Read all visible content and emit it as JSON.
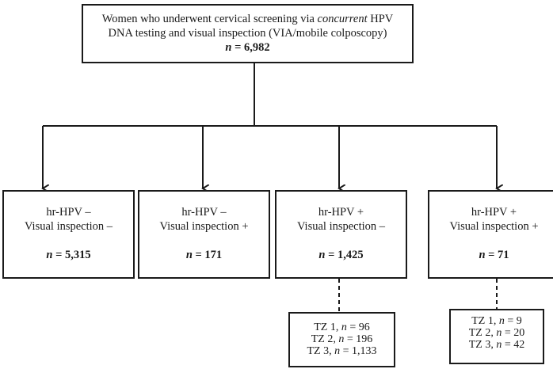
{
  "root": {
    "line1_a": "Women who underwent cervical screening via ",
    "line1_em": "concurrent",
    "line1_b": " HPV",
    "line2": "DNA testing and visual inspection (VIA/mobile colposcopy)",
    "n_label": "n",
    "n_value": " = 6,982"
  },
  "groups": [
    {
      "hpv": "hr-HPV –",
      "visual": "Visual inspection –",
      "n_label": "n",
      "n_value": " = 5,315"
    },
    {
      "hpv": "hr-HPV –",
      "visual": "Visual inspection +",
      "n_label": "n",
      "n_value": " = 171"
    },
    {
      "hpv": "hr-HPV +",
      "visual": "Visual inspection –",
      "n_label": "n",
      "n_value": " = 1,425"
    },
    {
      "hpv": "hr-HPV +",
      "visual": "Visual inspection +",
      "n_label": "n",
      "n_value": " = 71"
    }
  ],
  "tz_groups": [
    {
      "rows": [
        {
          "tz": "TZ 1, ",
          "n": "n",
          "val": " = 96"
        },
        {
          "tz": "TZ 2, ",
          "n": "n",
          "val": " = 196"
        },
        {
          "tz": "TZ 3, ",
          "n": "n",
          "val": " = 1,133"
        }
      ]
    },
    {
      "rows": [
        {
          "tz": "TZ 1, ",
          "n": "n",
          "val": " = 9"
        },
        {
          "tz": "TZ 2, ",
          "n": "n",
          "val": " = 20"
        },
        {
          "tz": "TZ 3, ",
          "n": "n",
          "val": " = 42"
        }
      ]
    }
  ]
}
